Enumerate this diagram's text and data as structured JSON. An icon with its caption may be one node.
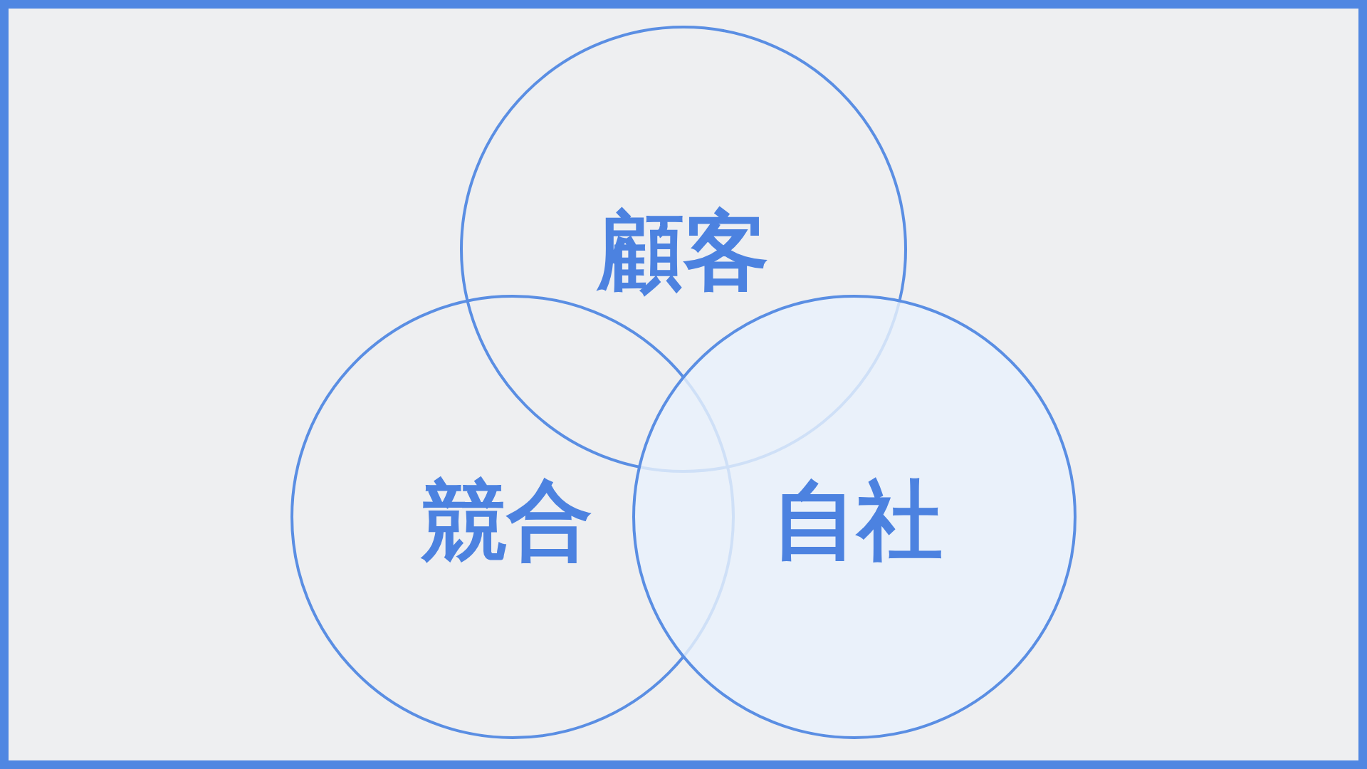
{
  "diagram": {
    "nodes": [
      {
        "text": [
          "顧客"
        ]
      },
      {
        "text": [
          "競合"
        ]
      },
      {
        "text": [
          "自社"
        ]
      }
    ]
  }
}
